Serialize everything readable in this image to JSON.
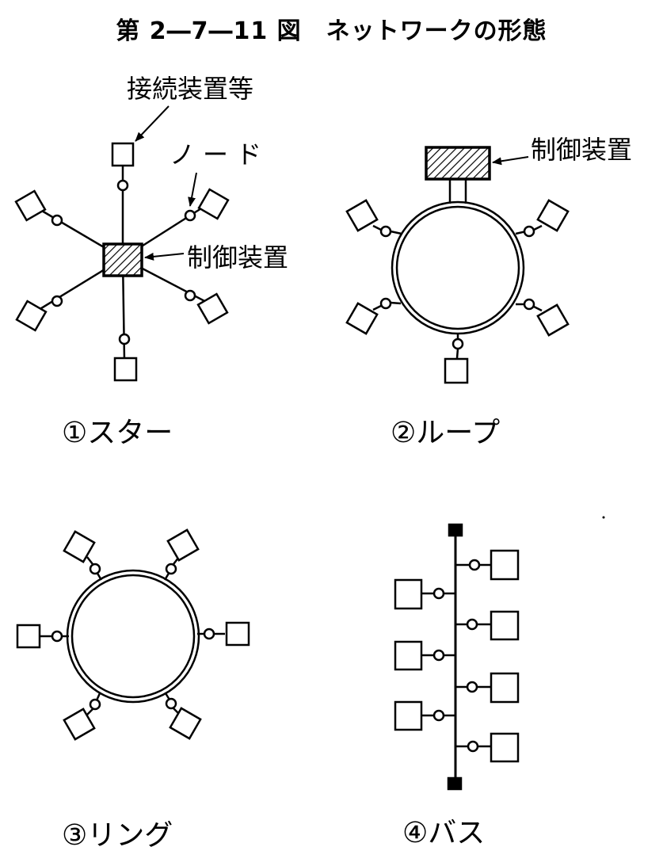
{
  "figure_title": "第 2―7―11 図　ネットワークの形態",
  "star": {
    "caption": "①スター",
    "label_connector": "接続装置等",
    "label_node": "ノード",
    "label_controller": "制御装置"
  },
  "loop": {
    "caption": "②ループ",
    "label_controller": "制御装置"
  },
  "ring": {
    "caption": "③リング"
  },
  "bus": {
    "caption": "④バス"
  }
}
